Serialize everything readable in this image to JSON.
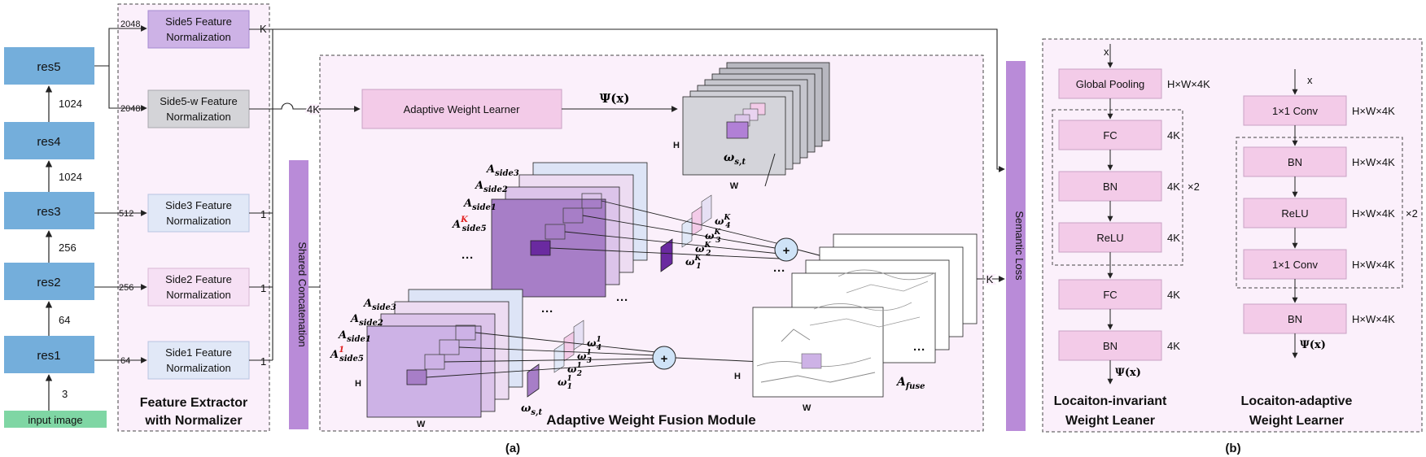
{
  "panel_a": {
    "caption": "(a)",
    "backbone": {
      "blocks": [
        "res5",
        "res4",
        "res3",
        "res2",
        "res1"
      ],
      "input": "input image",
      "channels": [
        "1024",
        "1024",
        "256",
        "64",
        "3"
      ]
    },
    "normalizer": {
      "title_line1": "Feature Extractor",
      "title_line2": "with Normalizer",
      "boxes": [
        {
          "line1": "Side5 Feature",
          "line2": "Normalization",
          "in": "2048",
          "out": "K"
        },
        {
          "line1": "Side5-w Feature",
          "line2": "Normalization",
          "in": "2048",
          "out": "4K"
        },
        {
          "line1": "Side3 Feature",
          "line2": "Normalization",
          "in": "512",
          "out": "1"
        },
        {
          "line1": "Side2 Feature",
          "line2": "Normalization",
          "in": "256",
          "out": "1"
        },
        {
          "line1": "Side1 Feature",
          "line2": "Normalization",
          "in": "64",
          "out": "1"
        }
      ]
    },
    "concat": {
      "label": "Shared Concatenation",
      "out": "4K"
    },
    "fusion": {
      "title": "Adaptive Weight Fusion Module",
      "learner": "Adaptive Weight Learner",
      "psi": "Ψ(x)",
      "dim_h": "H",
      "dim_w": "W",
      "ellipsis": "···",
      "plus": "+",
      "weight_cell": "ω",
      "weight_cell_sub": "s,t",
      "weight_cell_bottom": "ω",
      "weight_cell_bottom_sub": "s,t",
      "top_stack": [
        {
          "base": "A",
          "sub": "side3",
          "sup": ""
        },
        {
          "base": "A",
          "sub": "side2",
          "sup": ""
        },
        {
          "base": "A",
          "sub": "side1",
          "sup": ""
        },
        {
          "base": "A",
          "sub": "side5",
          "sup": "K"
        }
      ],
      "top_weights": [
        {
          "base": "ω",
          "sub": "4",
          "sup": "K"
        },
        {
          "base": "ω",
          "sub": "3",
          "sup": "K"
        },
        {
          "base": "ω",
          "sub": "2",
          "sup": "K"
        },
        {
          "base": "ω",
          "sub": "1",
          "sup": "K"
        }
      ],
      "bottom_stack": [
        {
          "base": "A",
          "sub": "side3",
          "sup": ""
        },
        {
          "base": "A",
          "sub": "side2",
          "sup": ""
        },
        {
          "base": "A",
          "sub": "side1",
          "sup": ""
        },
        {
          "base": "A",
          "sub": "side5",
          "sup": "1"
        }
      ],
      "bottom_weights": [
        {
          "base": "ω",
          "sub": "4",
          "sup": "1"
        },
        {
          "base": "ω",
          "sub": "3",
          "sup": "1"
        },
        {
          "base": "ω",
          "sub": "2",
          "sup": "1"
        },
        {
          "base": "ω",
          "sub": "1",
          "sup": "1"
        }
      ],
      "fuse": {
        "base": "A",
        "sub": "fuse"
      },
      "fuse_k": "K"
    },
    "semantic_loss": "Semantic Loss"
  },
  "panel_b": {
    "caption": "(b)",
    "invariant": {
      "input": "x",
      "title_line1": "Locaiton-invariant",
      "title_line2": "Weight Leaner",
      "output": "Ψ(x)",
      "repeat": "×2",
      "layers": [
        {
          "name": "Global Pooling",
          "dim": "H×W×4K"
        },
        {
          "name": "FC",
          "dim": "4K"
        },
        {
          "name": "BN",
          "dim": "4K"
        },
        {
          "name": "ReLU",
          "dim": "4K"
        },
        {
          "name": "FC",
          "dim": "4K"
        },
        {
          "name": "BN",
          "dim": "4K"
        }
      ]
    },
    "adaptive": {
      "input": "x",
      "title_line1": "Locaiton-adaptive",
      "title_line2": "Weight Learner",
      "output": "Ψ(x)",
      "repeat": "×2",
      "layers": [
        {
          "name": "1×1 Conv",
          "dim": "H×W×4K"
        },
        {
          "name": "BN",
          "dim": "H×W×4K"
        },
        {
          "name": "ReLU",
          "dim": "H×W×4K"
        },
        {
          "name": "1×1 Conv",
          "dim": "H×W×4K"
        },
        {
          "name": "BN",
          "dim": "H×W×4K"
        }
      ]
    }
  },
  "colors": {
    "backbone": "#74aedb",
    "input": "#7fd6a4",
    "panel": "#fbf0fb",
    "pink": "#f3cbe8",
    "lavender": "#cdb2e6",
    "gray": "#d4d4d8",
    "lightblue": "#e1e8f7",
    "lightpink": "#f6e0f4",
    "concat": "#b98bd8",
    "dark_purple": "#6a2aa0"
  }
}
